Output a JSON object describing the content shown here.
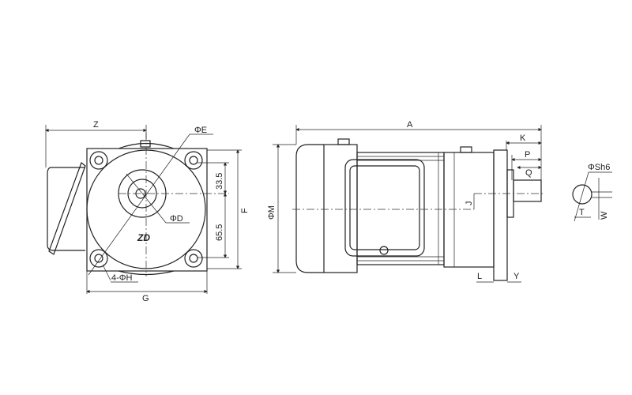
{
  "front_view": {
    "dim_z": "Z",
    "dim_phi_e": "ΦE",
    "dim_phi_d": "ΦD",
    "dim_33_5": "33.5",
    "dim_65_5": "65.5",
    "dim_f": "F",
    "dim_g": "G",
    "dim_4_phi_h": "4-ΦH",
    "logo": "ZD"
  },
  "side_view": {
    "dim_a": "A",
    "dim_k": "K",
    "dim_p": "P",
    "dim_q": "Q",
    "dim_phi_m": "ΦM",
    "dim_j": "J",
    "dim_l": "L",
    "dim_y": "Y"
  },
  "shaft_section": {
    "dim_phi_sh6": "ΦSh6",
    "dim_t": "T",
    "dim_w": "W"
  },
  "colors": {
    "line": "#222222",
    "background": "#ffffff"
  }
}
